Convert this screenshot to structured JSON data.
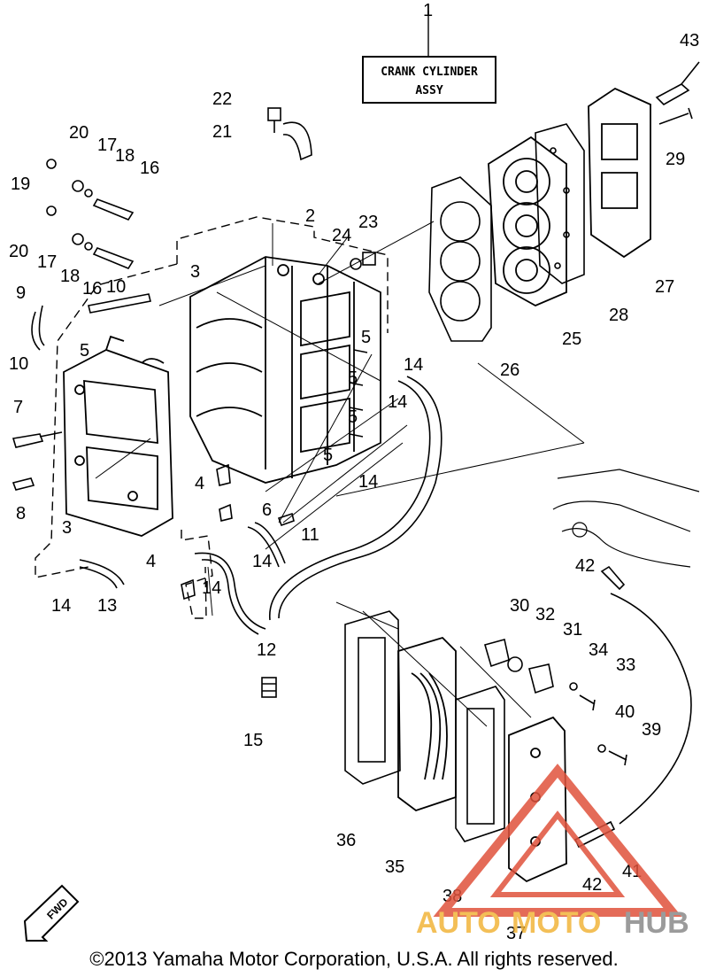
{
  "title_box": {
    "line1": "CRANK CYLINDER",
    "line2": "ASSY"
  },
  "callouts": {
    "n1": "1",
    "n2": "2",
    "n3a": "3",
    "n3b": "3",
    "n4a": "4",
    "n4b": "4",
    "n5a": "5",
    "n5b": "5",
    "n5c": "5",
    "n5d": "5",
    "n5e": "5",
    "n6": "6",
    "n7": "7",
    "n8": "8",
    "n9": "9",
    "n10a": "10",
    "n10b": "10",
    "n11": "11",
    "n12": "12",
    "n13": "13",
    "n14a": "14",
    "n14b": "14",
    "n14c": "14",
    "n14d": "14",
    "n14e": "14",
    "n14f": "14",
    "n15": "15",
    "n16a": "16",
    "n16b": "16",
    "n17a": "17",
    "n17b": "17",
    "n18a": "18",
    "n18b": "18",
    "n19": "19",
    "n20a": "20",
    "n20b": "20",
    "n21": "21",
    "n22": "22",
    "n23": "23",
    "n24": "24",
    "n25": "25",
    "n26": "26",
    "n27": "27",
    "n28": "28",
    "n29": "29",
    "n30": "30",
    "n31": "31",
    "n32": "32",
    "n33": "33",
    "n34": "34",
    "n35": "35",
    "n36": "36",
    "n37": "37",
    "n38": "38",
    "n39": "39",
    "n40": "40",
    "n41": "41",
    "n42a": "42",
    "n42b": "42",
    "n43": "43"
  },
  "fwd_label": "FWD",
  "watermark": {
    "auto": "AUTO",
    "moto": "MOTO",
    "hub": "HUB",
    "auto_color": "#f2b53a",
    "moto_color": "#f2b53a",
    "hub_color": "#8a8a8a",
    "triangle_color": "#e0523c"
  },
  "copyright": "©2013 Yamaha Motor Corporation, U.S.A. All rights reserved."
}
